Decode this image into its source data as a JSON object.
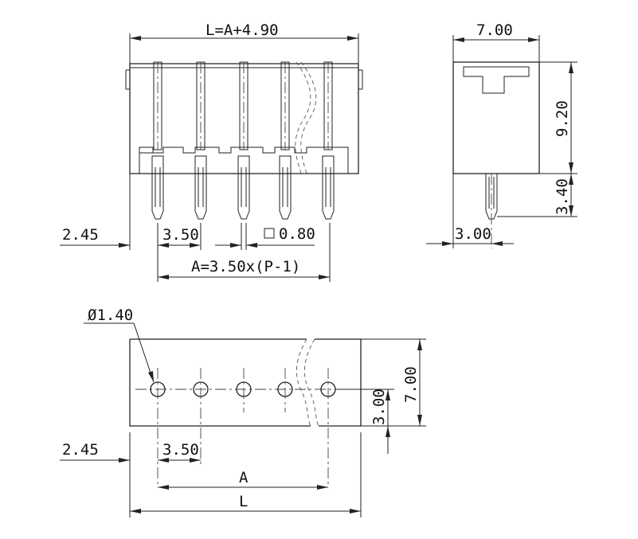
{
  "dimensions": {
    "overall_length": "L=A+4.90",
    "width_top": "7.00",
    "height": "9.20",
    "pin_length": "3.40",
    "pin_offset_side": "3.00",
    "edge_offset": "2.45",
    "pitch": "3.50",
    "pin_square": "0.80",
    "pin_span": "A=3.50x(P-1)",
    "hole_diameter": "Ø1.40",
    "edge_offset_bottom": "2.45",
    "pitch_bottom": "3.50",
    "width_bottom": "7.00",
    "hole_row_offset": "3.00",
    "span_bottom": "A",
    "length_bottom": "L"
  }
}
